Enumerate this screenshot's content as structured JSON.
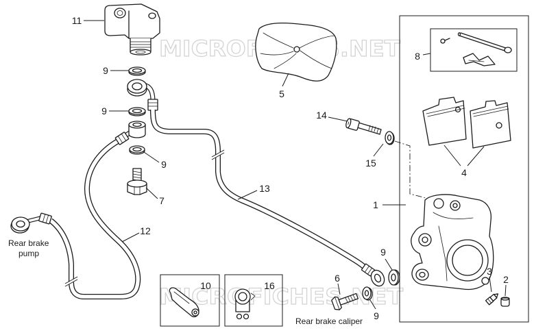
{
  "watermark": "MICROFICHES.NET",
  "labels": {
    "rear_brake_pump": [
      "Rear brake",
      "pump"
    ],
    "rear_brake_caliper": "Rear brake caliper"
  },
  "callouts": [
    "11",
    "9",
    "9",
    "9",
    "7",
    "12",
    "5",
    "13",
    "14",
    "15",
    "8",
    "4",
    "1",
    "9",
    "3",
    "2",
    "6",
    "9",
    "10",
    "16"
  ]
}
